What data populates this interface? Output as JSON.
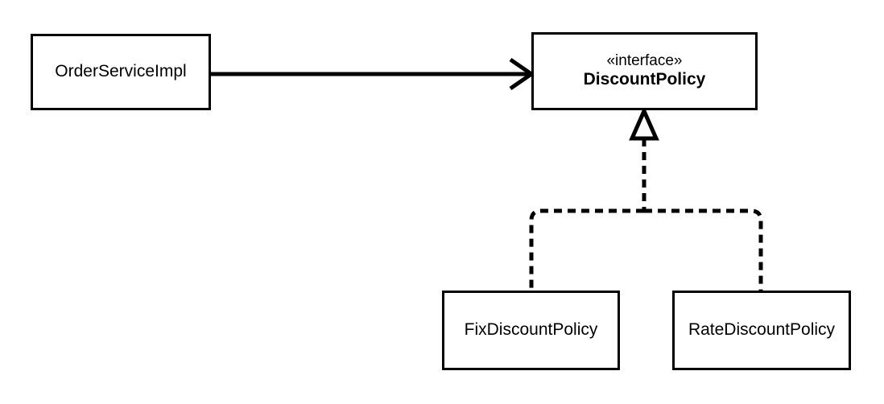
{
  "diagram": {
    "type": "uml-class-diagram",
    "background_color": "#ffffff",
    "line_color": "#000000",
    "classes": [
      {
        "id": "order-service-impl",
        "name": "OrderServiceImpl",
        "stereotype": "",
        "kind": "class"
      },
      {
        "id": "discount-policy",
        "name": "DiscountPolicy",
        "stereotype": "«interface»",
        "kind": "interface"
      },
      {
        "id": "fix-discount-policy",
        "name": "FixDiscountPolicy",
        "stereotype": "",
        "kind": "class"
      },
      {
        "id": "rate-discount-policy",
        "name": "RateDiscountPolicy",
        "stereotype": "",
        "kind": "class"
      }
    ],
    "relations": [
      {
        "id": "association-order-to-discount",
        "from": "order-service-impl",
        "to": "discount-policy",
        "style": "solid",
        "arrowhead": "open-arrow",
        "label": ""
      },
      {
        "id": "realization-fix-to-discount",
        "from": "fix-discount-policy",
        "to": "discount-policy",
        "style": "dashed",
        "arrowhead": "hollow-triangle",
        "label": ""
      },
      {
        "id": "realization-rate-to-discount",
        "from": "rate-discount-policy",
        "to": "discount-policy",
        "style": "dashed",
        "arrowhead": "hollow-triangle",
        "label": ""
      }
    ]
  }
}
